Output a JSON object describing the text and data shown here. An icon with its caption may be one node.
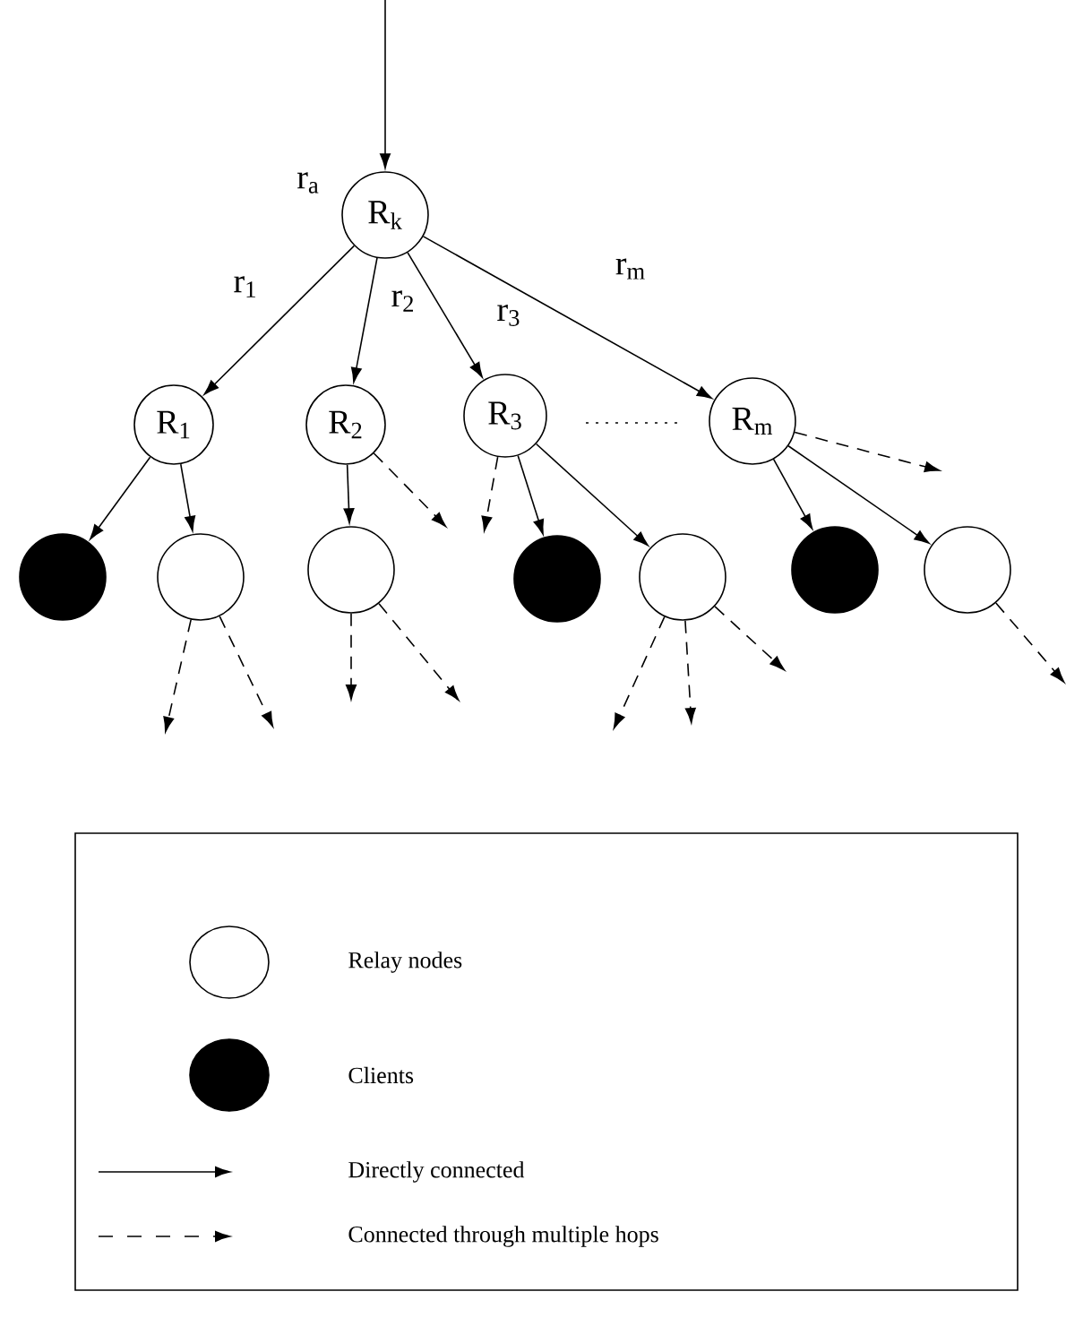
{
  "diagram": {
    "nodes": [
      {
        "text": [
          "R$_{k}$"
        ]
      },
      {
        "text": [
          "R$_{1}$"
        ]
      },
      {
        "text": [
          "R$_{2}$"
        ]
      },
      {
        "text": [
          "R$_{3}$"
        ]
      },
      {
        "text": [
          "R$_{m}$"
        ]
      },
      {
        "text": [],
        "shape": "circle"
      },
      {
        "text": [],
        "shape": "circle"
      },
      {
        "text": [],
        "shape": "circle"
      },
      {
        "text": [],
        "shape": "circle"
      },
      {
        "text": [],
        "shape": "circle"
      },
      {
        "text": [],
        "shape": "circle"
      },
      {
        "text": [],
        "shape": "circle"
      }
    ],
    "edges": [
      {
        "from": null,
        "to": 0,
        "arrow": "to",
        "label": "r$_{a}$"
      },
      {
        "from": 0,
        "to": 1,
        "arrow": "to",
        "label": "r$_{1}$"
      },
      {
        "from": 0,
        "to": 2,
        "arrow": "to",
        "label": "r$_{2}$"
      },
      {
        "from": 0,
        "to": 3,
        "arrow": "to",
        "label": "r$_{3}$"
      },
      {
        "from": 0,
        "to": 4,
        "arrow": "to",
        "label": "r$_{m}$"
      },
      {
        "from": 1,
        "to": 5,
        "arrow": "to"
      },
      {
        "from": 1,
        "to": 6,
        "arrow": "to"
      },
      {
        "from": 2,
        "to": 7,
        "arrow": "to"
      },
      {
        "from": 3,
        "to": 8,
        "arrow": "to"
      },
      {
        "from": 3,
        "to": 9,
        "arrow": "to"
      },
      {
        "from": 4,
        "to": 10,
        "arrow": "to"
      },
      {
        "from": 4,
        "to": 11,
        "arrow": "to"
      },
      {
        "from": 2,
        "to": null,
        "arrow": "to",
        "style": "dashed"
      },
      {
        "from": 3,
        "to": null,
        "arrow": "to",
        "style": "dashed"
      },
      {
        "from": 4,
        "to": null,
        "arrow": "to",
        "style": "dashed"
      },
      {
        "from": 6,
        "to": null,
        "arrow": "to",
        "style": "dashed"
      },
      {
        "from": 6,
        "to": null,
        "arrow": "to",
        "style": "dashed"
      },
      {
        "from": 7,
        "to": null,
        "arrow": "to",
        "style": "dashed"
      },
      {
        "from": 7,
        "to": null,
        "arrow": "to",
        "style": "dashed"
      },
      {
        "from": 9,
        "to": null,
        "arrow": "to",
        "style": "dashed"
      },
      {
        "from": 9,
        "to": null,
        "arrow": "to",
        "style": "dashed"
      },
      {
        "from": 9,
        "to": null,
        "arrow": "to",
        "style": "dashed"
      },
      {
        "from": 11,
        "to": null,
        "arrow": "to",
        "style": "dashed"
      }
    ],
    "legend": [
      {
        "text": "Relay nodes"
      },
      {
        "text": "Clients",
        "color": "#000000"
      },
      {
        "text": "Directly connected"
      },
      {
        "text": "Connected through multiple hops"
      }
    ]
  }
}
